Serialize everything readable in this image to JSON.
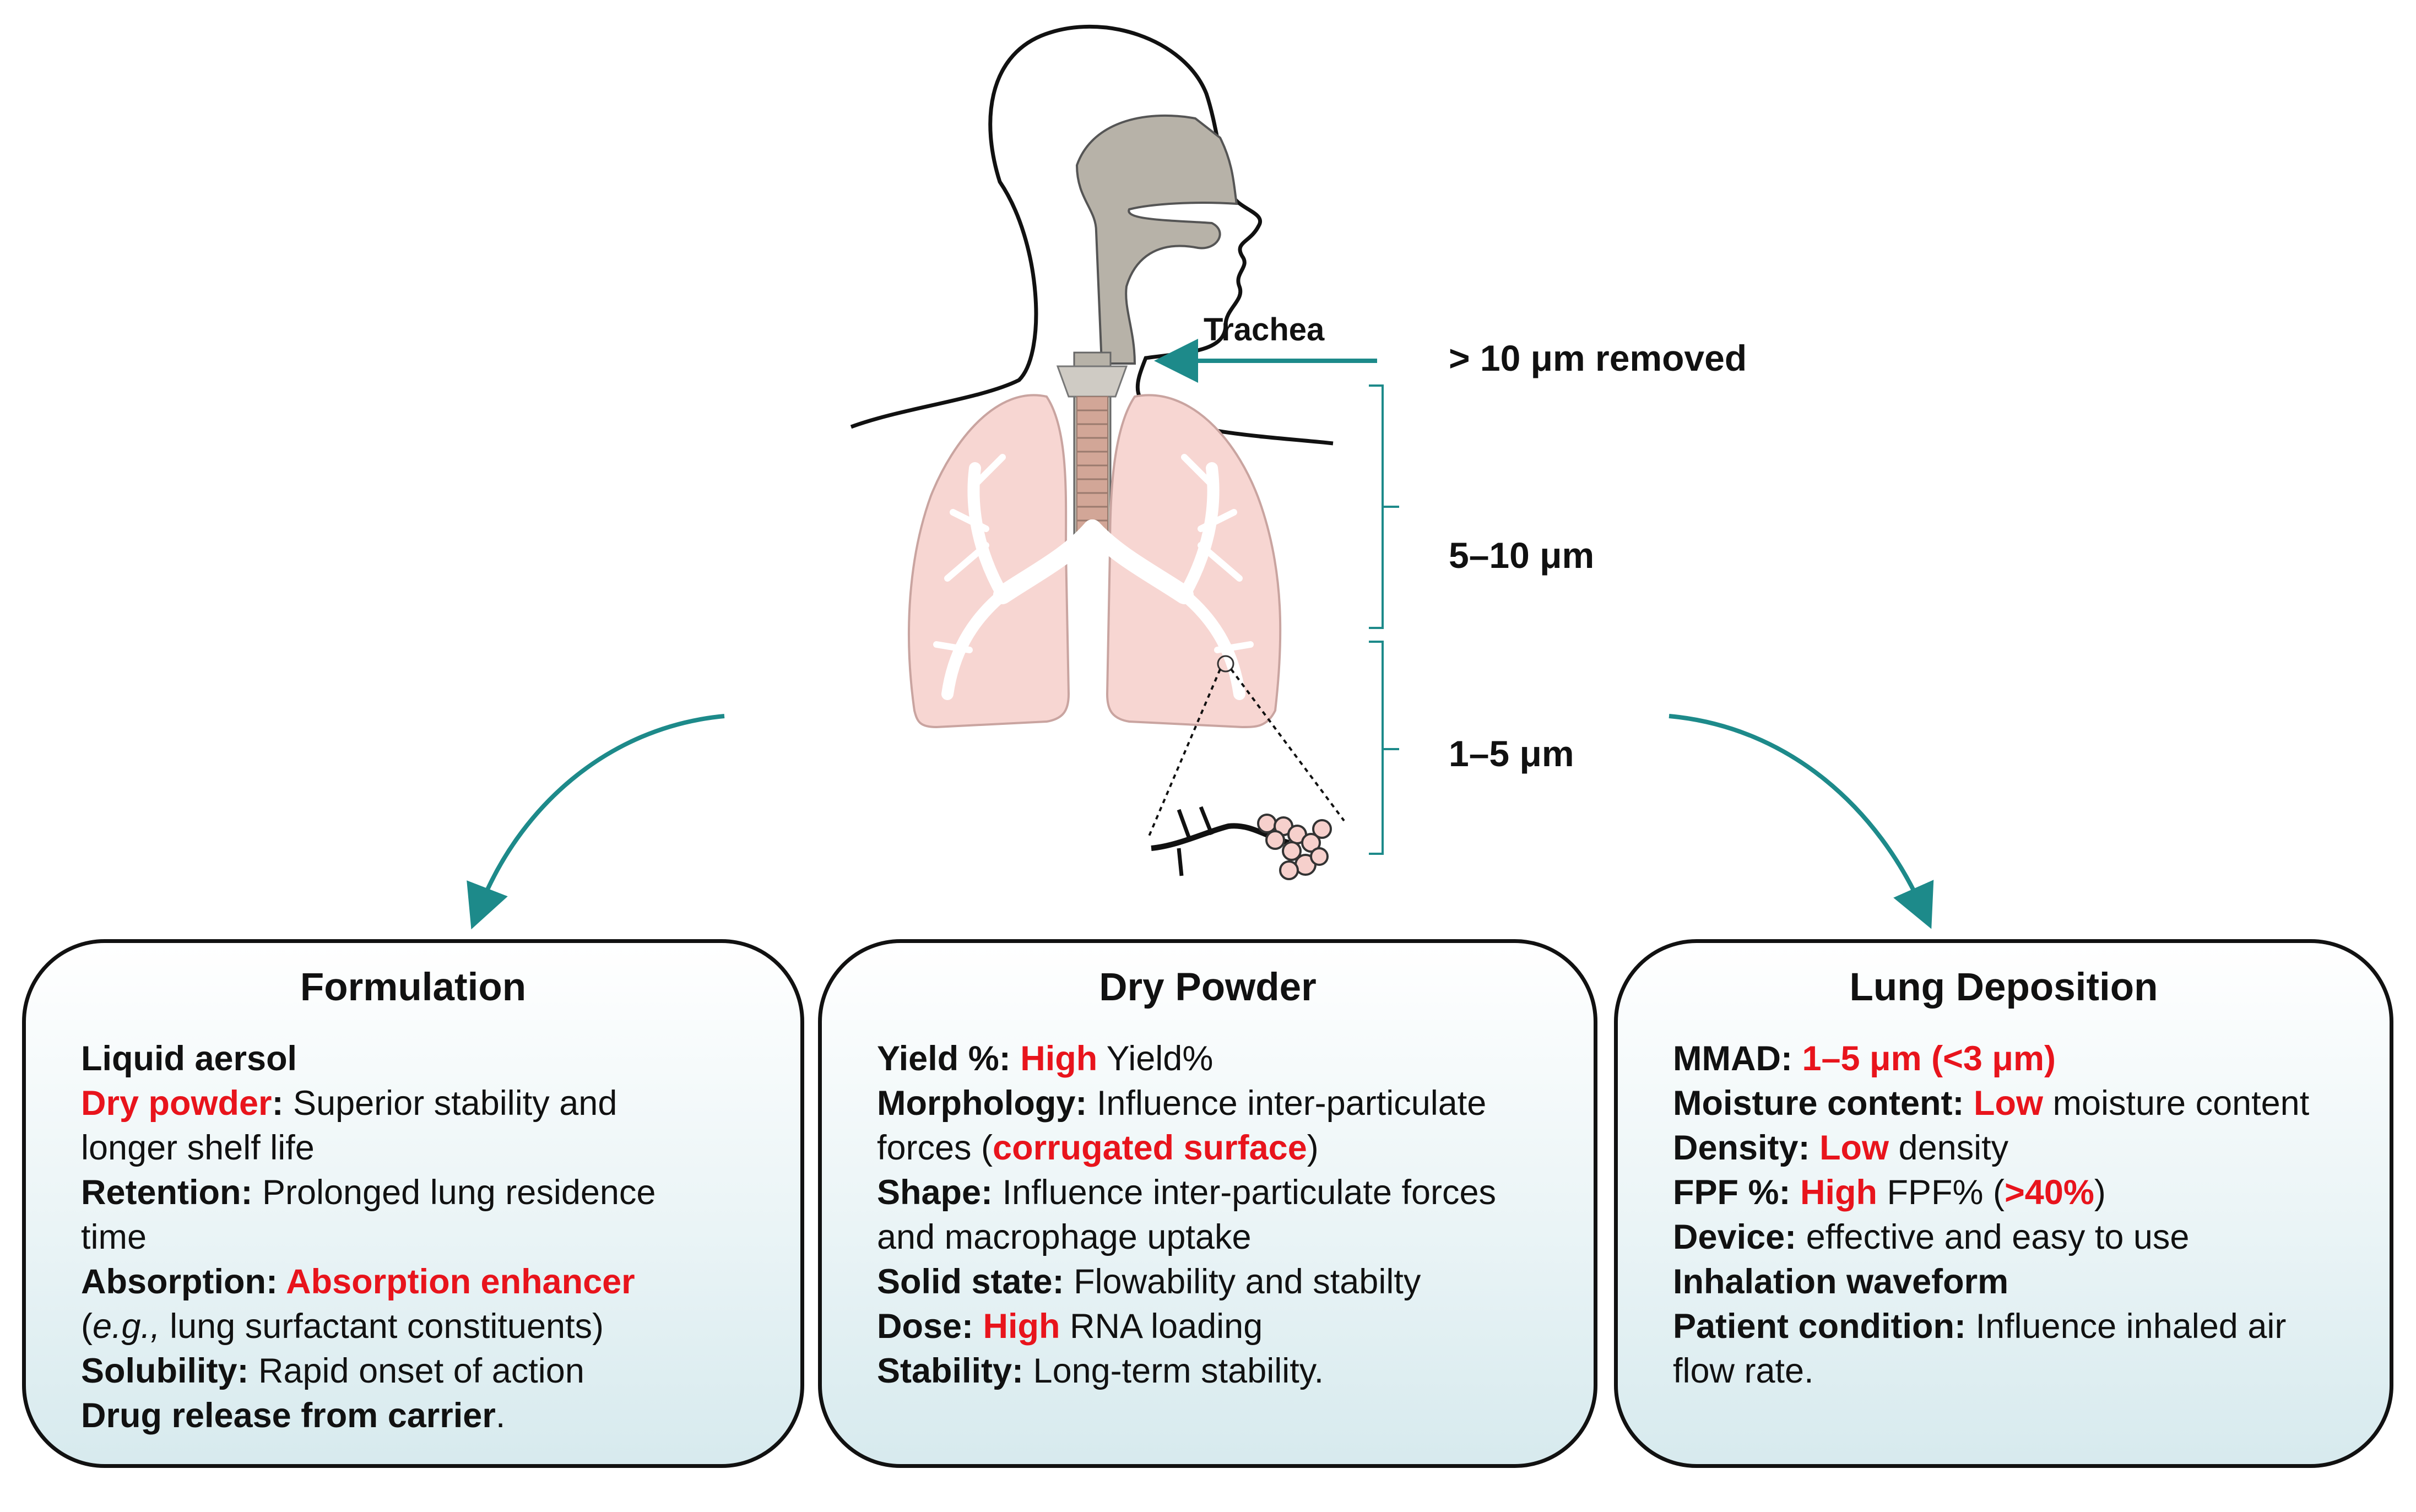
{
  "diagram": {
    "trachea_label": "Trachea",
    "size_markers": [
      {
        "text": "> 10 μm removed"
      },
      {
        "text": "5–10 μm"
      },
      {
        "text": "1–5 μm"
      }
    ],
    "colors": {
      "arrow": "#1d8a8a",
      "highlight": "#e8141c",
      "lung": "#f7d6d2",
      "airway": "#b7b2a8"
    }
  },
  "cards": [
    {
      "title": "Formulation",
      "rows": [
        [
          {
            "t": "Liquid aersol",
            "s": "k"
          }
        ],
        [
          {
            "t": "Dry powder",
            "s": "r"
          },
          {
            "t": ":",
            "s": "k"
          },
          {
            "t": " Superior stability and",
            "s": ""
          }
        ],
        [
          {
            "t": "longer shelf life",
            "s": ""
          }
        ],
        [
          {
            "t": "Retention:",
            "s": "k"
          },
          {
            "t": " Prolonged lung residence",
            "s": ""
          }
        ],
        [
          {
            "t": "time",
            "s": ""
          }
        ],
        [
          {
            "t": "Absorption:",
            "s": "k"
          },
          {
            "t": " Absorption enhancer",
            "s": "r"
          }
        ],
        [
          {
            "t": "(",
            "s": ""
          },
          {
            "t": "e.g.,",
            "s": "i"
          },
          {
            "t": " lung surfactant constituents)",
            "s": ""
          }
        ],
        [
          {
            "t": "Solubility:",
            "s": "k"
          },
          {
            "t": " Rapid onset of action",
            "s": ""
          }
        ],
        [
          {
            "t": "Drug release from carrier",
            "s": "k"
          },
          {
            "t": ".",
            "s": ""
          }
        ]
      ]
    },
    {
      "title": "Dry Powder",
      "rows": [
        [
          {
            "t": "Yield %:",
            "s": "k"
          },
          {
            "t": " High",
            "s": "r"
          },
          {
            "t": " Yield%",
            "s": ""
          }
        ],
        [
          {
            "t": "Morphology:",
            "s": "k"
          },
          {
            "t": " Influence inter-particulate",
            "s": ""
          }
        ],
        [
          {
            "t": "forces (",
            "s": ""
          },
          {
            "t": "corrugated surface",
            "s": "r"
          },
          {
            "t": ")",
            "s": ""
          }
        ],
        [
          {
            "t": "Shape:",
            "s": "k"
          },
          {
            "t": " Influence inter-particulate forces",
            "s": ""
          }
        ],
        [
          {
            "t": "and macrophage uptake",
            "s": ""
          }
        ],
        [
          {
            "t": "Solid state:",
            "s": "k"
          },
          {
            "t": " Flowability and stabilty",
            "s": ""
          }
        ],
        [
          {
            "t": "Dose:",
            "s": "k"
          },
          {
            "t": " High",
            "s": "r"
          },
          {
            "t": " RNA loading",
            "s": ""
          }
        ],
        [
          {
            "t": "Stability:",
            "s": "k"
          },
          {
            "t": " Long-term stability.",
            "s": ""
          }
        ]
      ]
    },
    {
      "title": "Lung Deposition",
      "rows": [
        [
          {
            "t": "MMAD:",
            "s": "k"
          },
          {
            "t": " 1–5 μm (<3 μm)",
            "s": "r"
          }
        ],
        [
          {
            "t": "Moisture content:",
            "s": "k"
          },
          {
            "t": " Low",
            "s": "r"
          },
          {
            "t": " moisture content",
            "s": ""
          }
        ],
        [
          {
            "t": "Density:",
            "s": "k"
          },
          {
            "t": " Low",
            "s": "r"
          },
          {
            "t": " density",
            "s": ""
          }
        ],
        [
          {
            "t": "FPF %:",
            "s": "k"
          },
          {
            "t": " High",
            "s": "r"
          },
          {
            "t": " FPF% (",
            "s": ""
          },
          {
            "t": ">40%",
            "s": "r"
          },
          {
            "t": ")",
            "s": ""
          }
        ],
        [
          {
            "t": "Device:",
            "s": "k"
          },
          {
            "t": " effective and easy to use",
            "s": ""
          }
        ],
        [
          {
            "t": "Inhalation waveform",
            "s": "k"
          }
        ],
        [
          {
            "t": "Patient condition:",
            "s": "k"
          },
          {
            "t": " Influence inhaled air",
            "s": ""
          }
        ],
        [
          {
            "t": "flow rate.",
            "s": ""
          }
        ]
      ]
    }
  ]
}
